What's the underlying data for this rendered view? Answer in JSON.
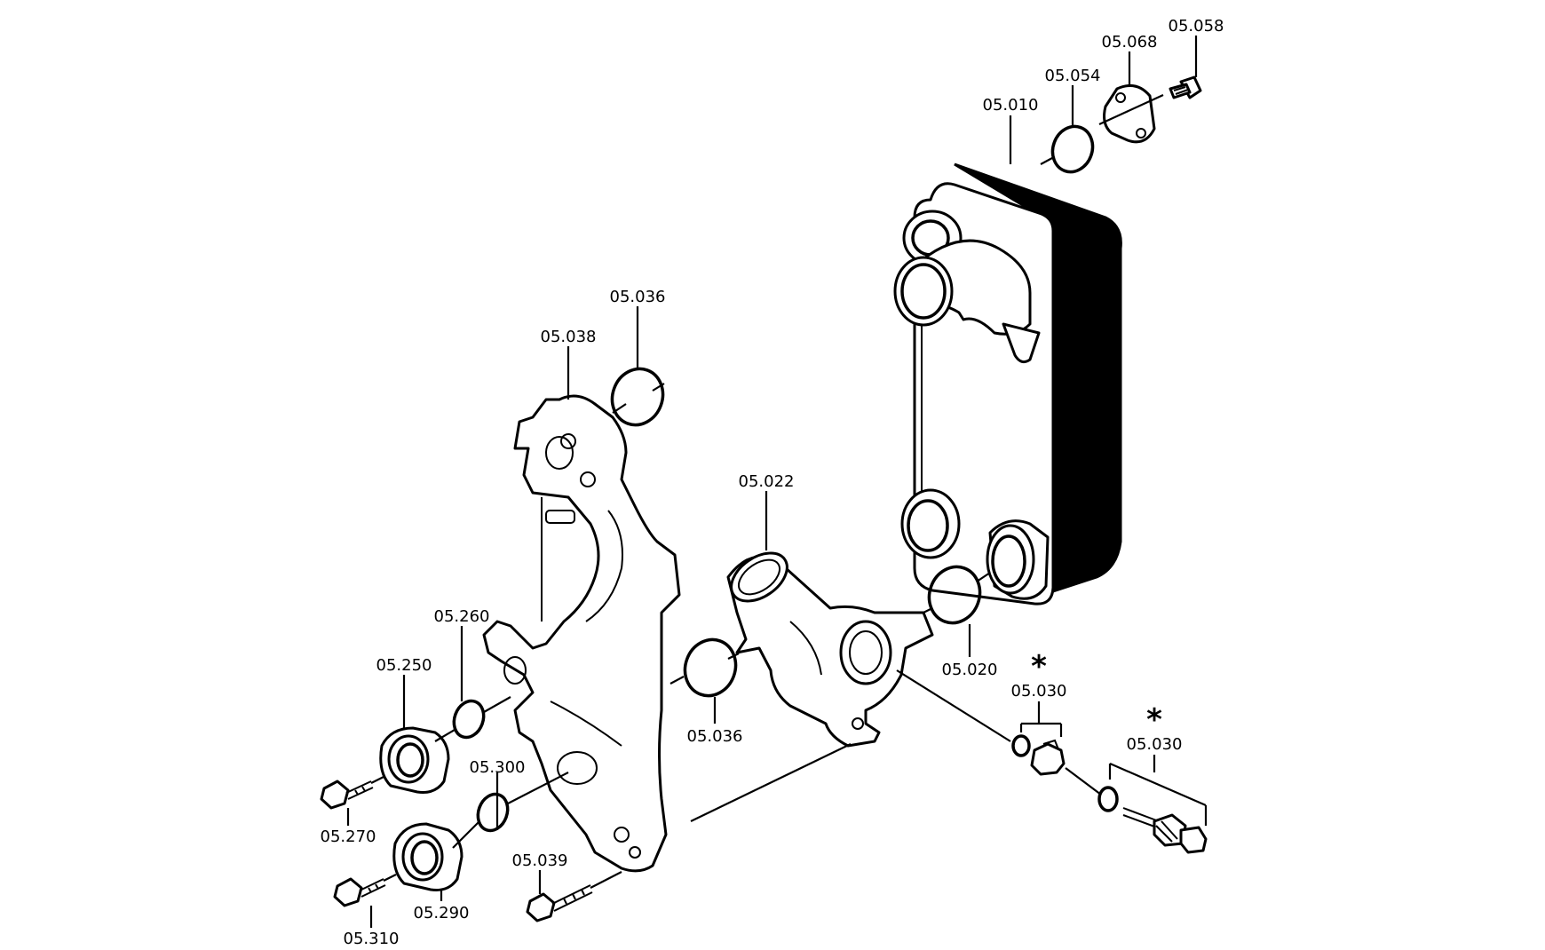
{
  "title": "",
  "labels": {
    "l_05_058": "05.058",
    "l_05_068": "05.068",
    "l_05_054": "05.054",
    "l_05_010": "05.010",
    "l_05_036_top": "05.036",
    "l_05_038": "05.038",
    "l_05_022": "05.022",
    "l_05_260": "05.260",
    "l_05_250": "05.250",
    "l_05_036_mid": "05.036",
    "l_05_020": "05.020",
    "l_05_030_a": "05.030",
    "l_05_030_b": "05.030",
    "l_05_300": "05.300",
    "l_05_270": "05.270",
    "l_05_039": "05.039",
    "l_05_290": "05.290",
    "l_05_310": "05.310"
  },
  "marks": {
    "asterisk_a": "*",
    "asterisk_b": "*"
  },
  "colors": {
    "line": "#000000",
    "background": "#ffffff"
  }
}
